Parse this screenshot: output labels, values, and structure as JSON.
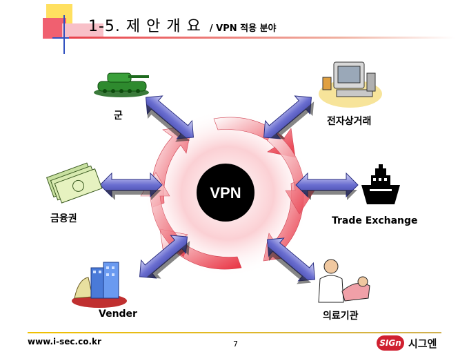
{
  "header": {
    "title": "1-5. 제 안 개 요",
    "subtitle": "/ VPN 적용 분야"
  },
  "diagram": {
    "center_label": "VPN",
    "nodes": {
      "military": "군",
      "ecommerce": "전자상거래",
      "finance": "금융권",
      "trade": "Trade Exchange",
      "vender": "Vender",
      "medical": "의료기관"
    }
  },
  "footer": {
    "url": "www.i-sec.co.kr",
    "page_number": "7",
    "logo_badge": "SIGn",
    "company_name": "시그엔"
  },
  "colors": {
    "arrow_blue": "#5b5fc0",
    "arrow_light": "#c8c8f0",
    "cycle_red": "#e83040",
    "hub": "#000000"
  }
}
